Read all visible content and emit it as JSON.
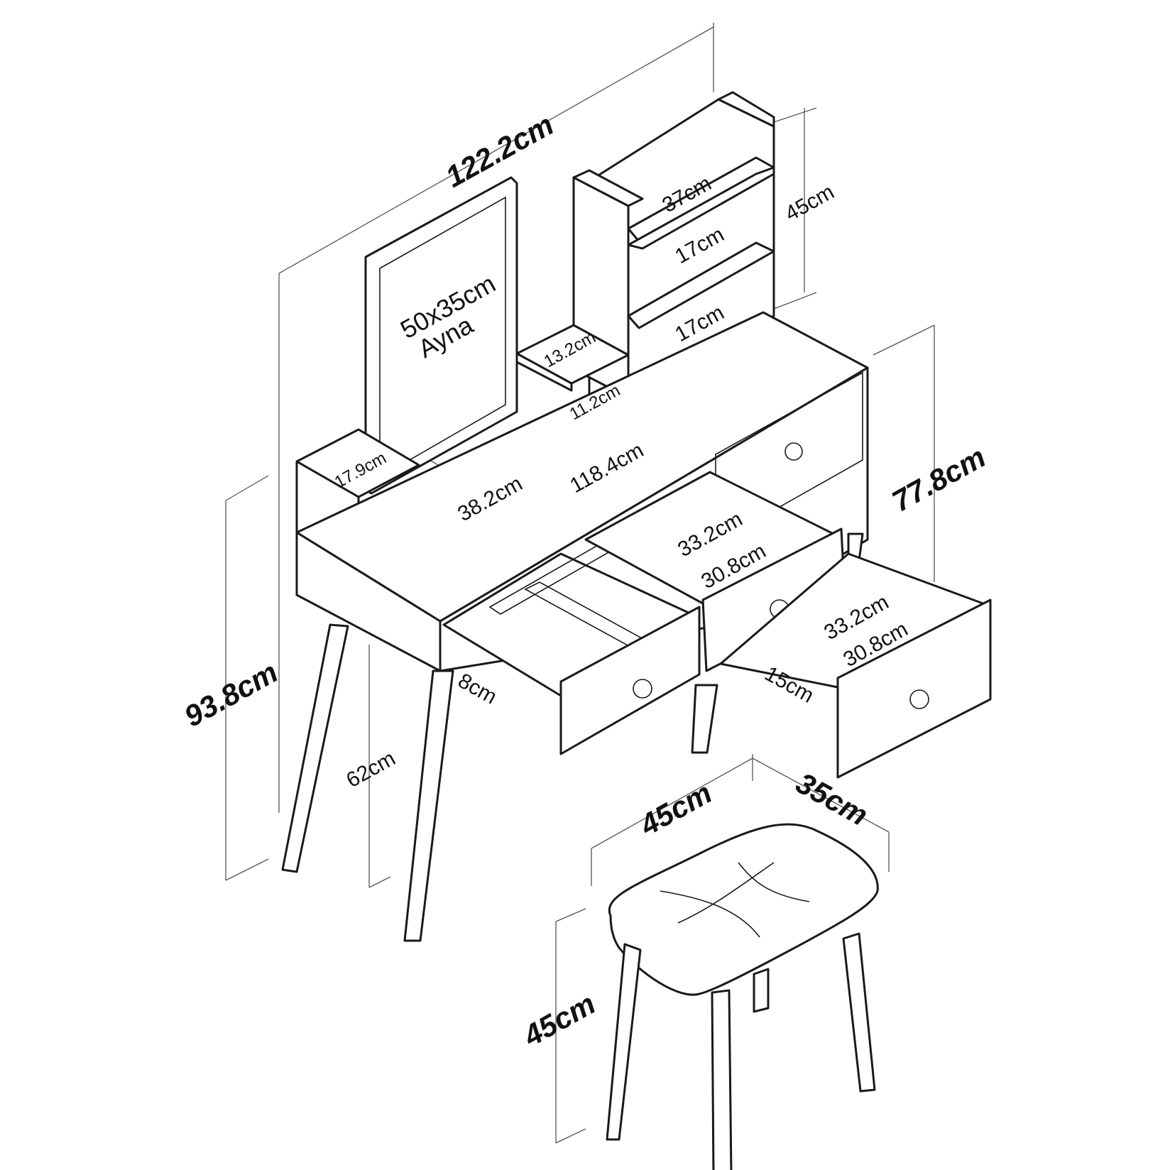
{
  "labels": {
    "total_width": "122.2cm",
    "mirror_size": "50x35cm",
    "mirror_name": "Ayna",
    "shelf_width": "37cm",
    "shelf_unit_height": "45cm",
    "shelf_gap_upper": "17cm",
    "shelf_gap_lower": "17cm",
    "small_shelf_depth": "13.2cm",
    "small_shelf_height": "11.2cm",
    "left_shelf_depth": "17.9cm",
    "table_depth": "38.2cm",
    "table_width": "118.4cm",
    "table_height": "77.8cm",
    "overall_height": "93.8cm",
    "leg_height": "62cm",
    "drawer_height_small": "8cm",
    "drawer_height_large": "15cm",
    "drawer_mid_outer": "33.2cm",
    "drawer_mid_inner": "30.8cm",
    "drawer_right_outer": "33.2cm",
    "drawer_right_inner": "30.8cm",
    "stool_width": "45cm",
    "stool_depth": "35cm",
    "stool_height": "45cm"
  }
}
